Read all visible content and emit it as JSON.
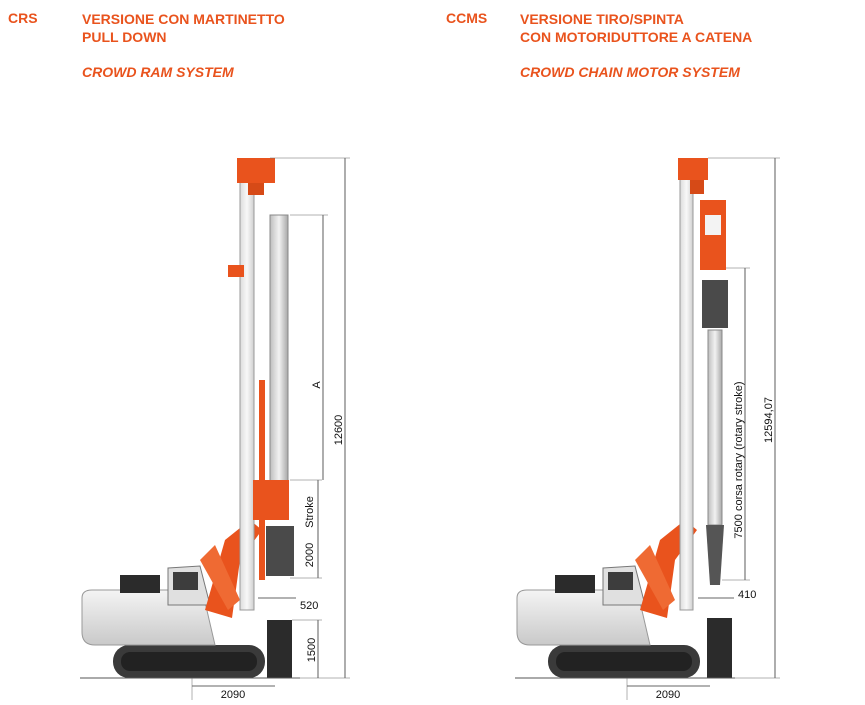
{
  "accent_color": "#e9531d",
  "left": {
    "code": "CRS",
    "title_line1": "VERSIONE CON MARTINETTO",
    "title_line2": "PULL DOWN",
    "subtitle": "CROWD RAM SYSTEM",
    "dims": {
      "height": "12600",
      "mast": "A",
      "stroke": "Stroke",
      "stroke_len": "2000",
      "offset": "520",
      "depth": "1500",
      "base": "2090"
    }
  },
  "right": {
    "code": "CCMS",
    "title_line1": "VERSIONE TIRO/SPINTA",
    "title_line2": "CON MOTORIDUTTORE A CATENA",
    "subtitle": "CROWD CHAIN MOTOR SYSTEM",
    "dims": {
      "height": "12594,07",
      "stroke": "7500 corsa rotary (rotary stroke)",
      "offset": "410",
      "base": "2090"
    }
  }
}
